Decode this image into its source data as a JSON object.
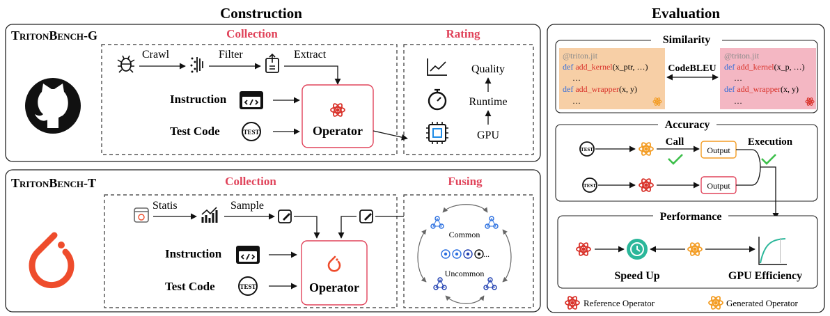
{
  "headers": {
    "construction": "Construction",
    "evaluation": "Evaluation"
  },
  "panel_g": {
    "title_prefix_big": "T",
    "title_small": "RITON",
    "title_big2": "B",
    "title_small2": "ENCH",
    "title_suffix": "-G",
    "collection": "Collection",
    "rating": "Rating",
    "crawl": "Crawl",
    "filter": "Filter",
    "extract": "Extract",
    "instruction": "Instruction",
    "test_code": "Test Code",
    "operator": "Operator",
    "quality": "Quality",
    "runtime": "Runtime",
    "gpu": "GPU"
  },
  "panel_t": {
    "title_prefix_big": "T",
    "title_small": "RITON",
    "title_big2": "B",
    "title_small2": "ENCH",
    "title_suffix": "-T",
    "collection": "Collection",
    "fusing": "Fusing",
    "statis": "Statis",
    "sample": "Sample",
    "instruction": "Instruction",
    "test_code": "Test Code",
    "operator": "Operator",
    "common": "Common",
    "uncommon": "Uncommon",
    "ellipsis": "..."
  },
  "evaluation": {
    "similarity": "Similarity",
    "codebleu": "CodeBLEU",
    "code_left": {
      "decorator": "@triton.jit",
      "line1_kw": "def",
      "line1_fn": "add_kernel",
      "line1_args": "(x_ptr, …)",
      "line2": "…",
      "line3_kw": "def",
      "line3_fn": "add_wrapper",
      "line3_args": "(x, y)",
      "line4": "…"
    },
    "code_right": {
      "decorator": "@triton.jit",
      "line1_kw": "def",
      "line1_fn": "add_kernel",
      "line1_args": "(x_p, …)",
      "line2": "…",
      "line3_kw": "def",
      "line3_fn": "add_wrapper",
      "line3_args": "(x, y)",
      "line4": "…"
    },
    "accuracy": "Accuracy",
    "call": "Call",
    "execution": "Execution",
    "output": "Output",
    "performance": "Performance",
    "speed_up": "Speed Up",
    "gpu_efficiency": "GPU Efficiency",
    "legend_reference": "Reference Operator",
    "legend_generated": "Generated Operator"
  },
  "icon_labels": {
    "test": "TEST"
  },
  "colors": {
    "accent_red": "#e0435a",
    "operator_red": "#d9332b",
    "operator_orange": "#f39c23",
    "code_left_bg": "#f7cfa6",
    "code_right_bg": "#f4b7c3",
    "blue": "#3a6fd8",
    "check_green": "#3cbf4a",
    "speed_teal": "#2bb79a",
    "pytorch": "#ee4c2c"
  }
}
